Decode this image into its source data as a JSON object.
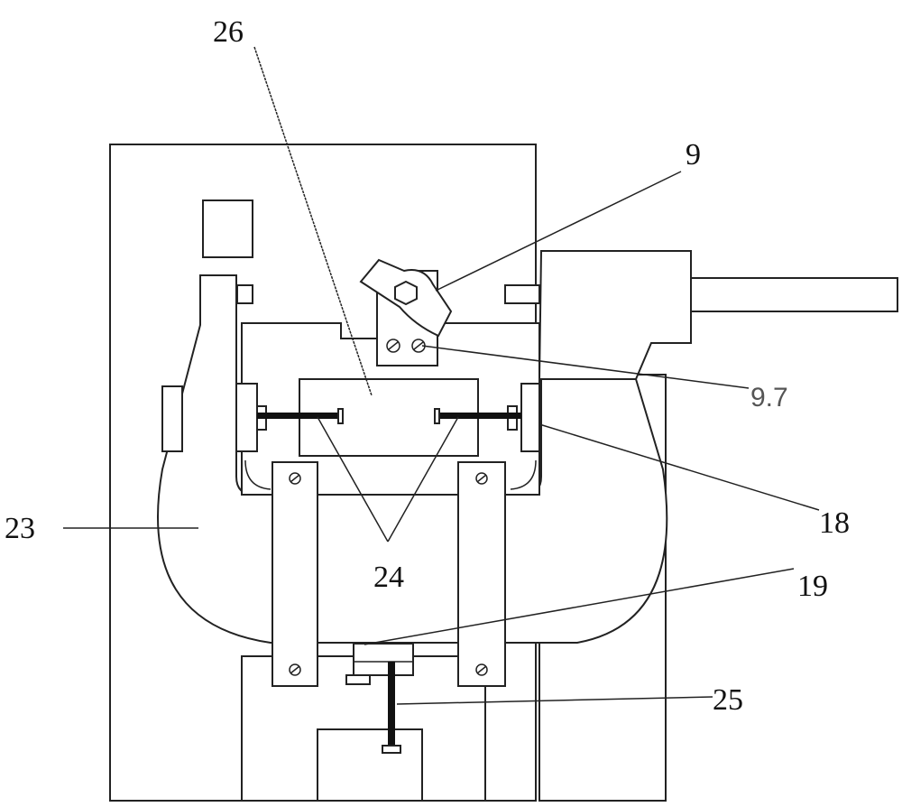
{
  "diagram": {
    "labels": {
      "l26": "26",
      "l9": "9",
      "l97": "9.7",
      "l18": "18",
      "l23": "23",
      "l24": "24",
      "l19": "19",
      "l25": "25"
    },
    "colors": {
      "line": "#222222",
      "label": "#111111",
      "label_secondary": "#555555"
    }
  }
}
